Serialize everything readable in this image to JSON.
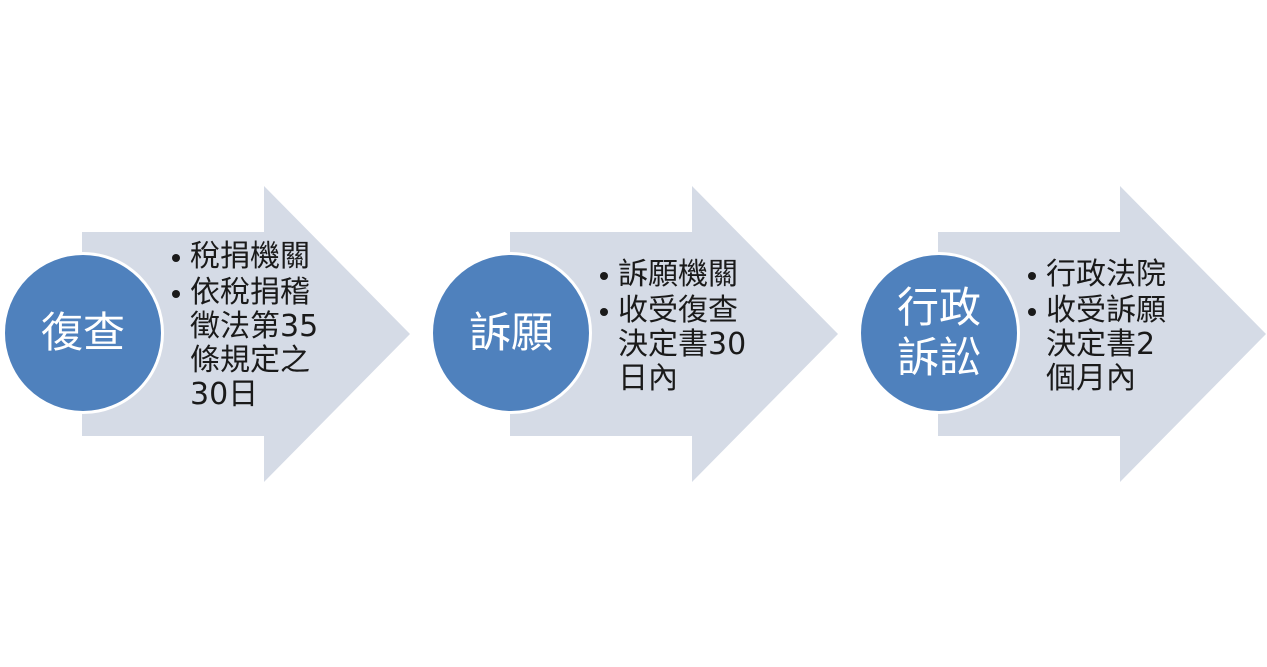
{
  "colors": {
    "arrow_fill": "#d5dbe6",
    "circle_fill": "#4f81bd",
    "circle_text": "#ffffff",
    "bullet_text": "#1a1a1a"
  },
  "steps": [
    {
      "title": "復查",
      "bullets": [
        "稅捐機關",
        "依稅捐稽徵法第35條規定之30日"
      ]
    },
    {
      "title": "訴願",
      "bullets": [
        "訴願機關",
        "收受復查決定書30日內"
      ]
    },
    {
      "title": "行政訴訟",
      "bullets": [
        "行政法院",
        "收受訴願決定書2個月內"
      ]
    }
  ]
}
